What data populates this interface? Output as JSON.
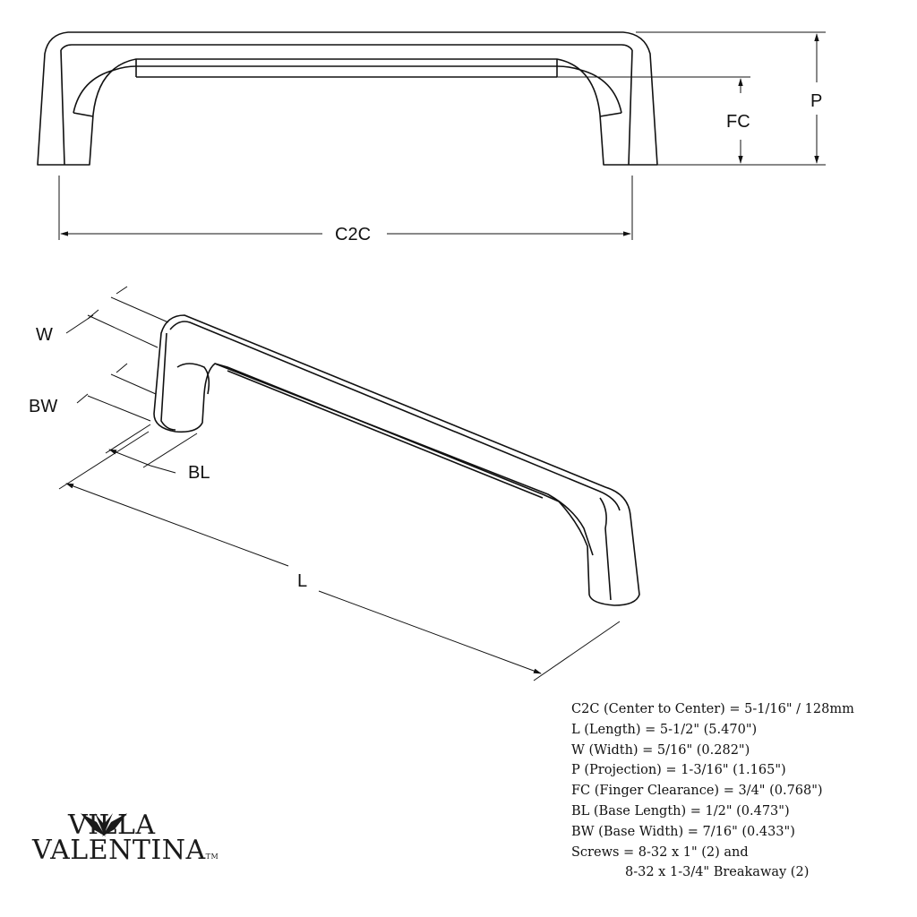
{
  "dimension_labels": {
    "c2c": "C2C",
    "fc": "FC",
    "p": "P",
    "w": "W",
    "bw": "BW",
    "bl": "BL",
    "l": "L"
  },
  "specs": [
    "C2C (Center to Center) = 5-1/16\" / 128mm",
    "L (Length) = 5-1/2\" (5.470\")",
    "W (Width) = 5/16\" (0.282\")",
    "P (Projection) = 1-3/16\" (1.165\")",
    "FC (Finger Clearance) = 3/4\" (0.768\")",
    "BL (Base Length) = 1/2\" (0.473\")",
    "BW (Base Width) = 7/16\" (0.433\")",
    "Screws = 8-32 x 1\" (2) and",
    "8-32 x 1-3/4\" Breakaway (2)"
  ],
  "brand": {
    "line1": "VILLA",
    "line2": "VALENTINA",
    "trademark": "TM"
  },
  "colors": {
    "line": "#111111",
    "background": "#ffffff"
  }
}
